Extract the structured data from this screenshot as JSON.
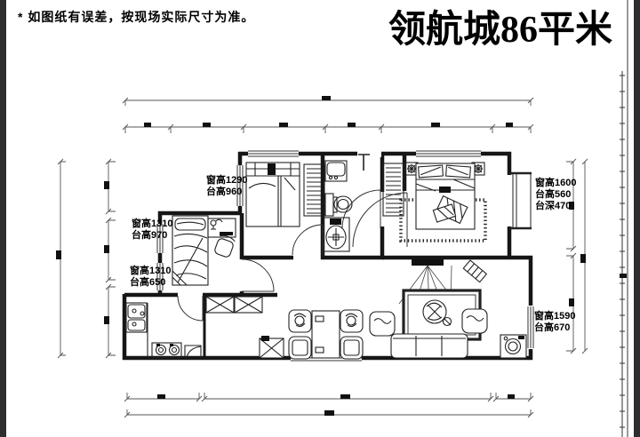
{
  "header": {
    "note": "* 如图纸有误差，按现场实际尺寸为准。",
    "title": "领航城86平米"
  },
  "plan": {
    "annotations": [
      {
        "lines": [
          "窗高1290",
          "台高960"
        ]
      },
      {
        "lines": [
          "窗高1310",
          "台高970"
        ]
      },
      {
        "lines": [
          "窗高1310",
          "台高650"
        ]
      },
      {
        "lines": [
          "窗高1600",
          "台高560",
          "台深470"
        ]
      },
      {
        "lines": [
          "窗高1590",
          "台高670"
        ]
      }
    ]
  },
  "colors": {
    "ink": "#111111",
    "paper": "#ffffff",
    "frame_bar": "#2e2e2e",
    "dim_line": "#555555"
  }
}
